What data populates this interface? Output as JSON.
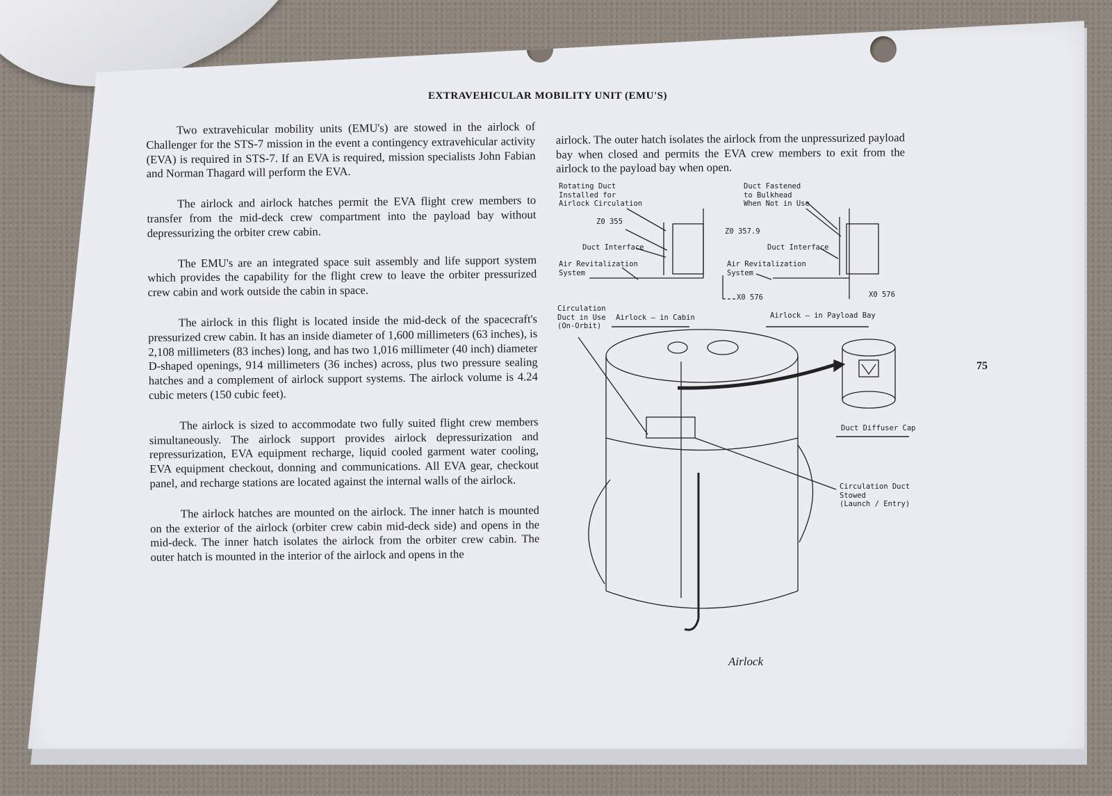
{
  "document": {
    "heading": "EXTRAVEHICULAR MOBILITY UNIT (EMU'S)",
    "page_number": "75",
    "figure_caption": "Airlock",
    "paragraphs": [
      "Two extravehicular mobility units (EMU's) are stowed in the airlock of Challenger for the STS-7 mission in the event a contingency extravehicular activity (EVA) is required in STS-7. If an EVA is required, mission specialists John Fabian and Norman Thagard will perform the EVA.",
      "The airlock and airlock hatches permit the EVA flight crew members to transfer from the mid-deck crew compartment into the payload bay without depressurizing the orbiter crew cabin.",
      "The EMU's are an integrated space suit assembly and life support system which provides the capability for the flight crew to leave the orbiter pressurized crew cabin and work outside the cabin in space.",
      "The airlock in this flight is located inside the mid-deck of the spacecraft's pressurized crew cabin. It has an inside diameter of 1,600 millimeters (63 inches), is 2,108 millimeters (83 inches) long, and has two 1,016 millimeter (40 inch) diameter D-shaped openings, 914 millimeters (36 inches) across, plus two pressure sealing hatches and a complement of airlock support systems. The airlock volume is 4.24 cubic meters (150 cubic feet).",
      "The airlock is sized to accommodate two fully suited flight crew members simultaneously. The airlock support provides airlock depressurization and repressurization, EVA equipment recharge, liquid cooled garment water cooling, EVA equipment checkout, donning and communications. All EVA gear, checkout panel, and recharge stations are located against the internal walls of the airlock.",
      "The airlock hatches are mounted on the airlock. The inner hatch is mounted on the exterior of the airlock (orbiter crew cabin mid-deck side) and opens in the mid-deck. The inner hatch isolates the airlock from the orbiter crew cabin. The outer hatch is mounted in the interior of the airlock and opens in the"
    ],
    "right_column_text": "airlock. The outer hatch isolates the airlock from the unpressurized payload bay when closed and permits the EVA crew members to exit from the airlock to the payload bay when open."
  },
  "diagram_labels": {
    "rotating_duct": "Rotating Duct\nInstalled for\nAirlock Circulation",
    "duct_fastened": "Duct Fastened\nto Bulkhead\nWhen Not in Use",
    "z355": "Z0 355",
    "z357": "Z0 357.9",
    "duct_interface_left": "Duct Interface",
    "duct_interface_right": "Duct Interface",
    "air_revit_left": "Air Revitalization\nSystem",
    "air_revit_right": "Air Revitalization\nSystem",
    "x576_left": "X0 576",
    "x576_right": "X0 576",
    "circulation_in_use": "Circulation\nDuct in Use\n(On-Orbit)",
    "airlock_in_cabin": "Airlock — in Cabin",
    "airlock_in_payload_bay": "Airlock — in Payload Bay",
    "duct_diffuser_cap": "Duct Diffuser Cap",
    "circulation_stowed": "Circulation Duct\nStowed\n(Launch / Entry)"
  }
}
